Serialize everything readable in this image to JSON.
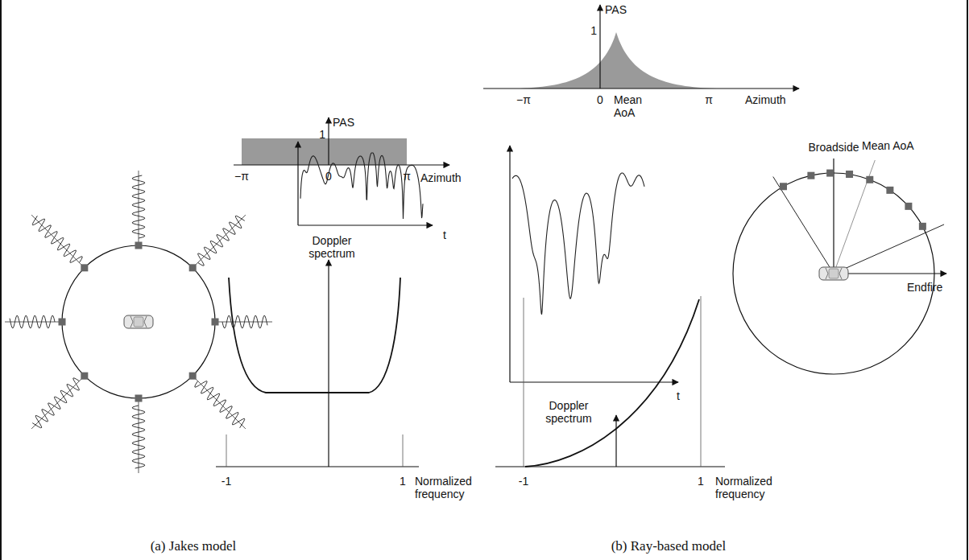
{
  "diagram": {
    "labels": [
      "PAS",
      "1",
      "−π",
      "0",
      "π",
      "Azimuth",
      "PAS",
      "1",
      "−π",
      "0",
      "Mean AoA",
      "π",
      "Azimuth",
      "Broadside",
      "Mean AoA",
      "Endfire",
      "t",
      "Doppler spectrum",
      "t",
      "Doppler spectrum",
      "-1",
      "1",
      "Normalized frequency",
      "-1",
      "1",
      "Normalized frequency",
      "(a) Jakes model",
      "(b) Ray-based model"
    ]
  }
}
